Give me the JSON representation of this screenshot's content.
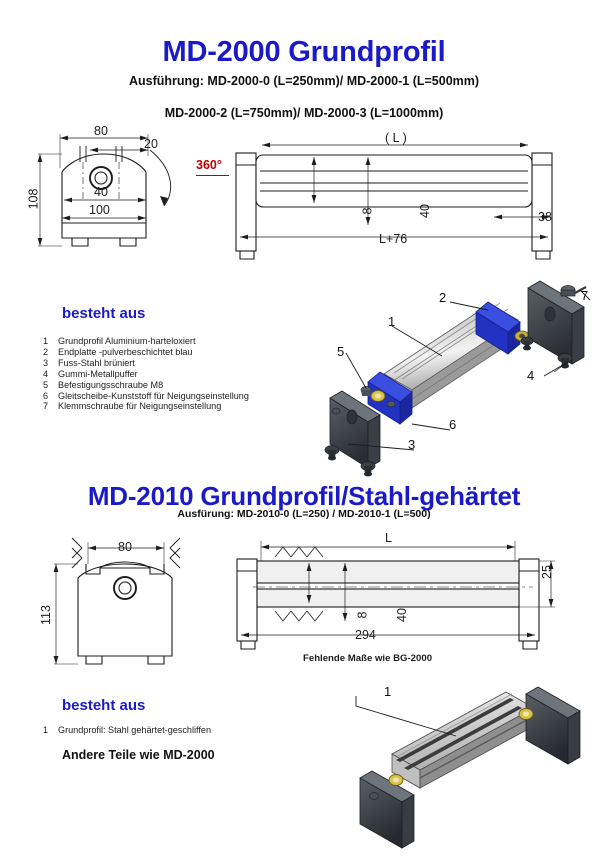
{
  "page": {
    "background": "#ffffff",
    "title_color": "#1a1ac8",
    "accent_red": "#c00000"
  },
  "section_1": {
    "title": "MD-2000 Grundprofil",
    "subtitle_line_1": "Ausführung: MD-2000-0 (L=250mm)/ MD-2000-1 (L=500mm)",
    "subtitle_line_2": "MD-2000-2 (L=750mm)/ MD-2000-3 (L=1000mm)",
    "front_view": {
      "dim_width_top": "80",
      "dim_slot": "20",
      "dim_bore": "40",
      "dim_width_bottom": "100",
      "dim_height": "108",
      "rotation_note": "360°"
    },
    "side_view": {
      "dim_length": "( L )",
      "dim_slot_height": "8",
      "dim_profile_height": "40",
      "dim_endplate": "38",
      "dim_total_length": "L+76"
    },
    "parts_heading": "besteht aus",
    "parts": [
      {
        "no": "1",
        "label": "Grundprofil Aluminium-harteloxiert"
      },
      {
        "no": "2",
        "label": "Endplatte -pulverbeschichtet blau"
      },
      {
        "no": "3",
        "label": "Fuss-Stahl brüniert"
      },
      {
        "no": "4",
        "label": "Gummi-Metallpuffer"
      },
      {
        "no": "5",
        "label": "Befestigungsschraube M8"
      },
      {
        "no": "6",
        "label": "Gleitscheibe-Kunststoff für Neigungseinstellung"
      },
      {
        "no": "7",
        "label": "Klemmschraube für Neigungseinstellung"
      }
    ],
    "iso_callouts": [
      "1",
      "2",
      "3",
      "4",
      "5",
      "6",
      "7"
    ]
  },
  "section_2": {
    "title": "MD-2010 Grundprofil/Stahl-gehärtet",
    "subtitle": "Ausfürung: MD-2010-0 (L=250) / MD-2010-1 (L=500)",
    "front_view": {
      "dim_width_top": "80",
      "dim_height": "113"
    },
    "side_view": {
      "dim_length": "L",
      "dim_height_right": "25",
      "dim_slot_height": "8",
      "dim_profile_height": "40",
      "dim_total_length": "294",
      "note": "Fehlende Maße wie BG-2000"
    },
    "parts_heading": "besteht aus",
    "parts": [
      {
        "no": "1",
        "label": "Grundprofil: Stahl gehärtet-geschliffen"
      }
    ],
    "footer_note": "Andere Teile wie MD-2000",
    "iso_callouts": [
      "1"
    ]
  }
}
